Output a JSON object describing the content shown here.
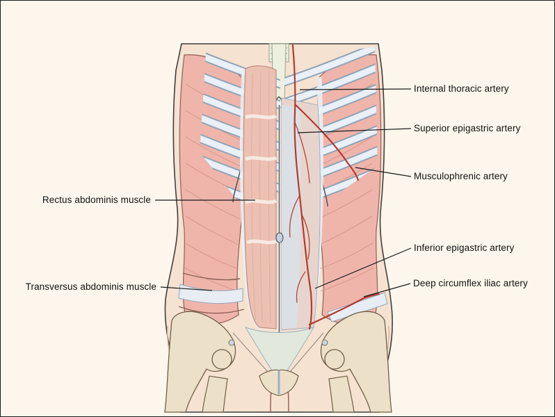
{
  "figure": {
    "labels": {
      "internal_thoracic": "Internal thoracic artery",
      "superior_epigastric": "Superior epigastric artery",
      "musculophrenic": "Musculophrenic artery",
      "rectus_abdominis": "Rectus abdominis muscle",
      "inferior_epigastric": "Inferior epigastric artery",
      "transversus_abdominis": "Transversus abdominis muscle",
      "deep_circumflex": "Deep circumflex iliac artery"
    },
    "colors": {
      "background": "#fdf6ec",
      "skin": "#f6e2d0",
      "muscle": "#efb5ab",
      "muscle_striation": "#d69386",
      "rib": "#e9f0f7",
      "rib_edge": "#90a3b6",
      "fascia": "#dde6ee",
      "bone": "#ece0c8",
      "artery": "#b23a32",
      "leader_line": "#1a1a1a"
    }
  }
}
